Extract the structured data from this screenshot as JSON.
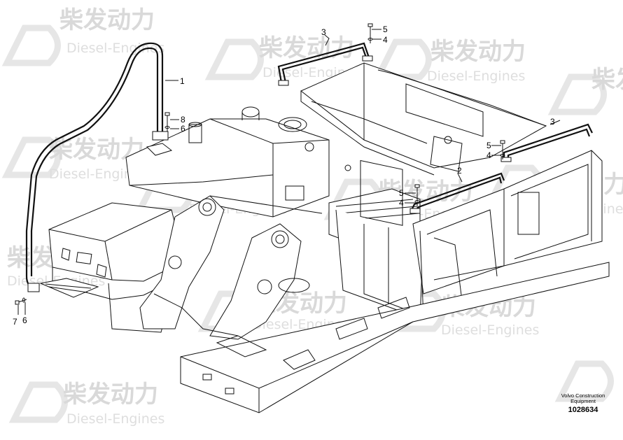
{
  "watermark": {
    "brand_cn": "柴发动力",
    "brand_en": "Diesel-Engines"
  },
  "callouts": [
    "1",
    "2",
    "3",
    "3",
    "4",
    "4",
    "4",
    "5",
    "5",
    "5",
    "6",
    "6",
    "7",
    "8"
  ],
  "manufacturer": {
    "line1": "Volvo Construction",
    "line2": "Equipment"
  },
  "drawing_number": "1028634"
}
